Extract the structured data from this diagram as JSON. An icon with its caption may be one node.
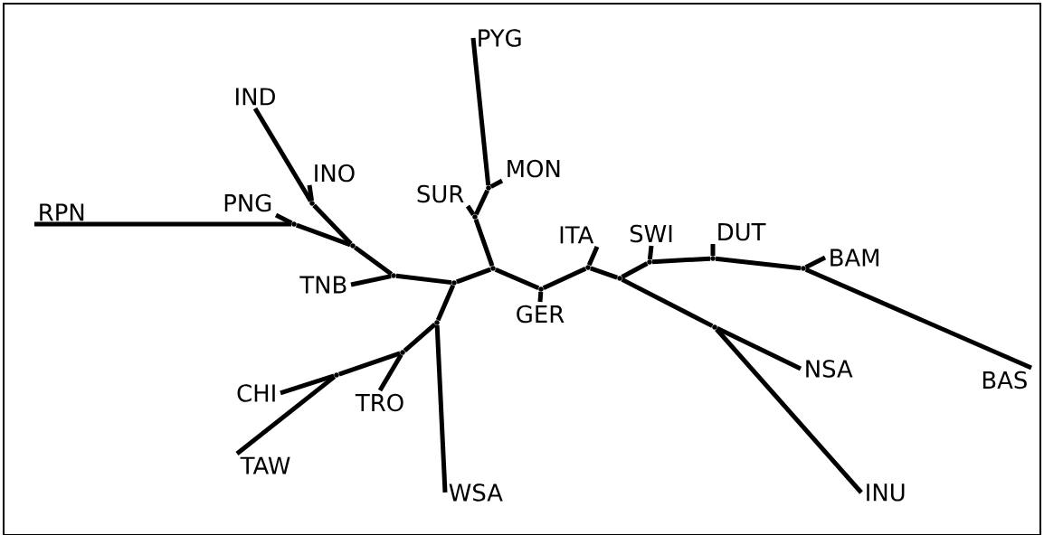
{
  "diagram": {
    "nodes": [
      {
        "text": [
          "PYG"
        ]
      },
      {
        "text": [
          "IND"
        ]
      },
      {
        "text": [
          "INO"
        ]
      },
      {
        "text": [
          "MON"
        ]
      },
      {
        "text": [
          "SUR"
        ]
      },
      {
        "text": [
          "RPN"
        ]
      },
      {
        "text": [
          "PNG"
        ]
      },
      {
        "text": [
          "ITA"
        ]
      },
      {
        "text": [
          "SWI"
        ]
      },
      {
        "text": [
          "DUT"
        ]
      },
      {
        "text": [
          "BAM"
        ]
      },
      {
        "text": [
          "TNB"
        ]
      },
      {
        "text": [
          "GER"
        ]
      },
      {
        "text": [
          "NSA"
        ]
      },
      {
        "text": [
          "BAS"
        ]
      },
      {
        "text": [
          "CHI"
        ]
      },
      {
        "text": [
          "TRO"
        ]
      },
      {
        "text": [
          "TAW"
        ]
      },
      {
        "text": [
          "INU"
        ]
      },
      {
        "text": [
          "WSA"
        ]
      },
      {
        "text": [],
        "shape": "point"
      },
      {
        "text": [],
        "shape": "point"
      },
      {
        "text": [],
        "shape": "point"
      },
      {
        "text": [],
        "shape": "point"
      },
      {
        "text": [],
        "shape": "point"
      },
      {
        "text": [],
        "shape": "point"
      },
      {
        "text": [],
        "shape": "point"
      },
      {
        "text": [],
        "shape": "point"
      },
      {
        "text": [],
        "shape": "point"
      },
      {
        "text": [],
        "shape": "point"
      },
      {
        "text": [],
        "shape": "point"
      },
      {
        "text": [],
        "shape": "point"
      },
      {
        "text": [],
        "shape": "point"
      },
      {
        "text": [],
        "shape": "point"
      },
      {
        "text": [],
        "shape": "point"
      },
      {
        "text": [],
        "shape": "point"
      },
      {
        "text": [],
        "shape": "point"
      },
      {
        "text": [],
        "shape": "point"
      }
    ],
    "edges": [
      {
        "from": 5,
        "to": 20,
        "arrow": "none"
      },
      {
        "from": 6,
        "to": 20,
        "arrow": "none"
      },
      {
        "from": 20,
        "to": 21,
        "arrow": "none"
      },
      {
        "from": 1,
        "to": 22,
        "arrow": "none"
      },
      {
        "from": 22,
        "to": 21,
        "arrow": "none"
      },
      {
        "from": 2,
        "to": 22,
        "arrow": "none"
      },
      {
        "from": 21,
        "to": 23,
        "arrow": "none"
      },
      {
        "from": 11,
        "to": 23,
        "arrow": "none"
      },
      {
        "from": 23,
        "to": 24,
        "arrow": "none"
      },
      {
        "from": 24,
        "to": 25,
        "arrow": "none"
      },
      {
        "from": 24,
        "to": 26,
        "arrow": "none"
      },
      {
        "from": 25,
        "to": 27,
        "arrow": "none"
      },
      {
        "from": 4,
        "to": 27,
        "arrow": "none"
      },
      {
        "from": 27,
        "to": 28,
        "arrow": "none"
      },
      {
        "from": 28,
        "to": 0,
        "arrow": "none"
      },
      {
        "from": 28,
        "to": 3,
        "arrow": "none"
      },
      {
        "from": 25,
        "to": 29,
        "arrow": "none"
      },
      {
        "from": 29,
        "to": 12,
        "arrow": "none"
      },
      {
        "from": 29,
        "to": 30,
        "arrow": "none"
      },
      {
        "from": 30,
        "to": 7,
        "arrow": "none"
      },
      {
        "from": 30,
        "to": 31,
        "arrow": "none"
      },
      {
        "from": 31,
        "to": 32,
        "arrow": "none"
      },
      {
        "from": 32,
        "to": 8,
        "arrow": "none"
      },
      {
        "from": 32,
        "to": 33,
        "arrow": "none"
      },
      {
        "from": 33,
        "to": 9,
        "arrow": "none"
      },
      {
        "from": 33,
        "to": 34,
        "arrow": "none"
      },
      {
        "from": 34,
        "to": 10,
        "arrow": "none"
      },
      {
        "from": 34,
        "to": 14,
        "arrow": "none"
      },
      {
        "from": 31,
        "to": 35,
        "arrow": "none"
      },
      {
        "from": 35,
        "to": 13,
        "arrow": "none"
      },
      {
        "from": 35,
        "to": 18,
        "arrow": "none"
      },
      {
        "from": 26,
        "to": 19,
        "arrow": "none"
      },
      {
        "from": 26,
        "to": 36,
        "arrow": "none"
      },
      {
        "from": 36,
        "to": 16,
        "arrow": "none"
      },
      {
        "from": 36,
        "to": 37,
        "arrow": "none"
      },
      {
        "from": 37,
        "to": 15,
        "arrow": "none"
      },
      {
        "from": 37,
        "to": 17,
        "arrow": "none"
      }
    ]
  }
}
